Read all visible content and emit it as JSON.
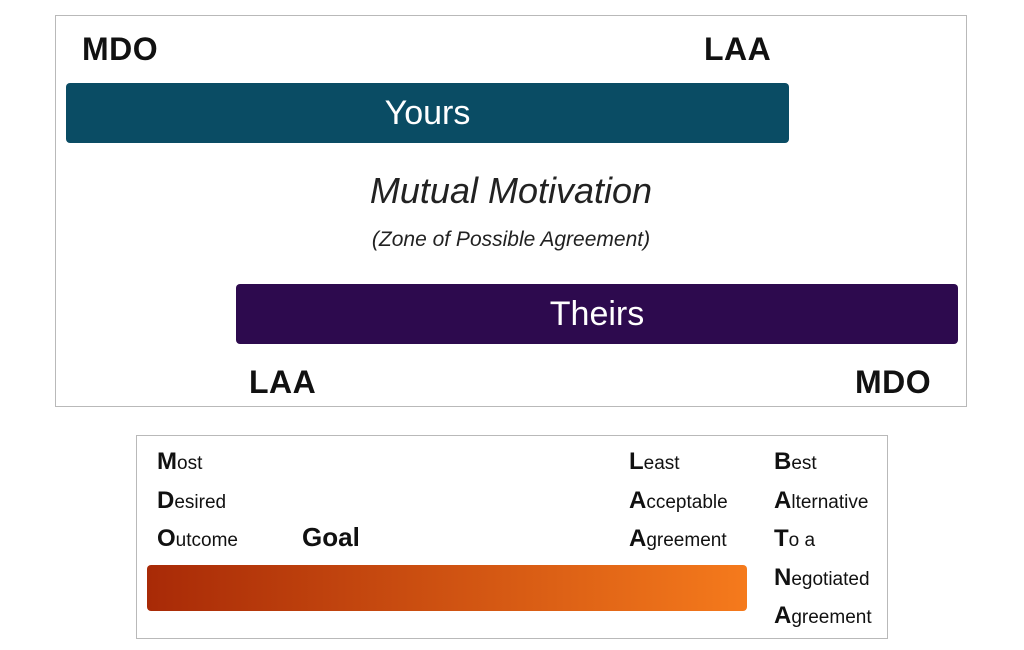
{
  "top_panel": {
    "yours_mdo": "MDO",
    "yours_laa": "LAA",
    "yours_bar_label": "Yours",
    "mutual_title": "Mutual Motivation",
    "mutual_subtitle": "(Zone of Possible Agreement)",
    "theirs_bar_label": "Theirs",
    "theirs_laa": "LAA",
    "theirs_mdo": "MDO",
    "colors": {
      "yours": "#0a4c64",
      "theirs": "#2d0a4e"
    }
  },
  "bottom_panel": {
    "mdo_lines": [
      {
        "first": "M",
        "rest": "ost"
      },
      {
        "first": "D",
        "rest": "esired"
      },
      {
        "first": "O",
        "rest": "utcome"
      }
    ],
    "goal_label": "Goal",
    "laa_lines": [
      {
        "first": "L",
        "rest": "east"
      },
      {
        "first": "A",
        "rest": "cceptable"
      },
      {
        "first": "A",
        "rest": "greement"
      }
    ],
    "batna_lines": [
      {
        "first": "B",
        "rest": "est"
      },
      {
        "first": "A",
        "rest": "lternative"
      },
      {
        "first": "T",
        "rest": "o a"
      },
      {
        "first": "N",
        "rest": "egotiated"
      },
      {
        "first": "A",
        "rest": "greement"
      }
    ],
    "gradient_colors": {
      "start": "#a82a07",
      "end": "#f57a1c"
    }
  }
}
